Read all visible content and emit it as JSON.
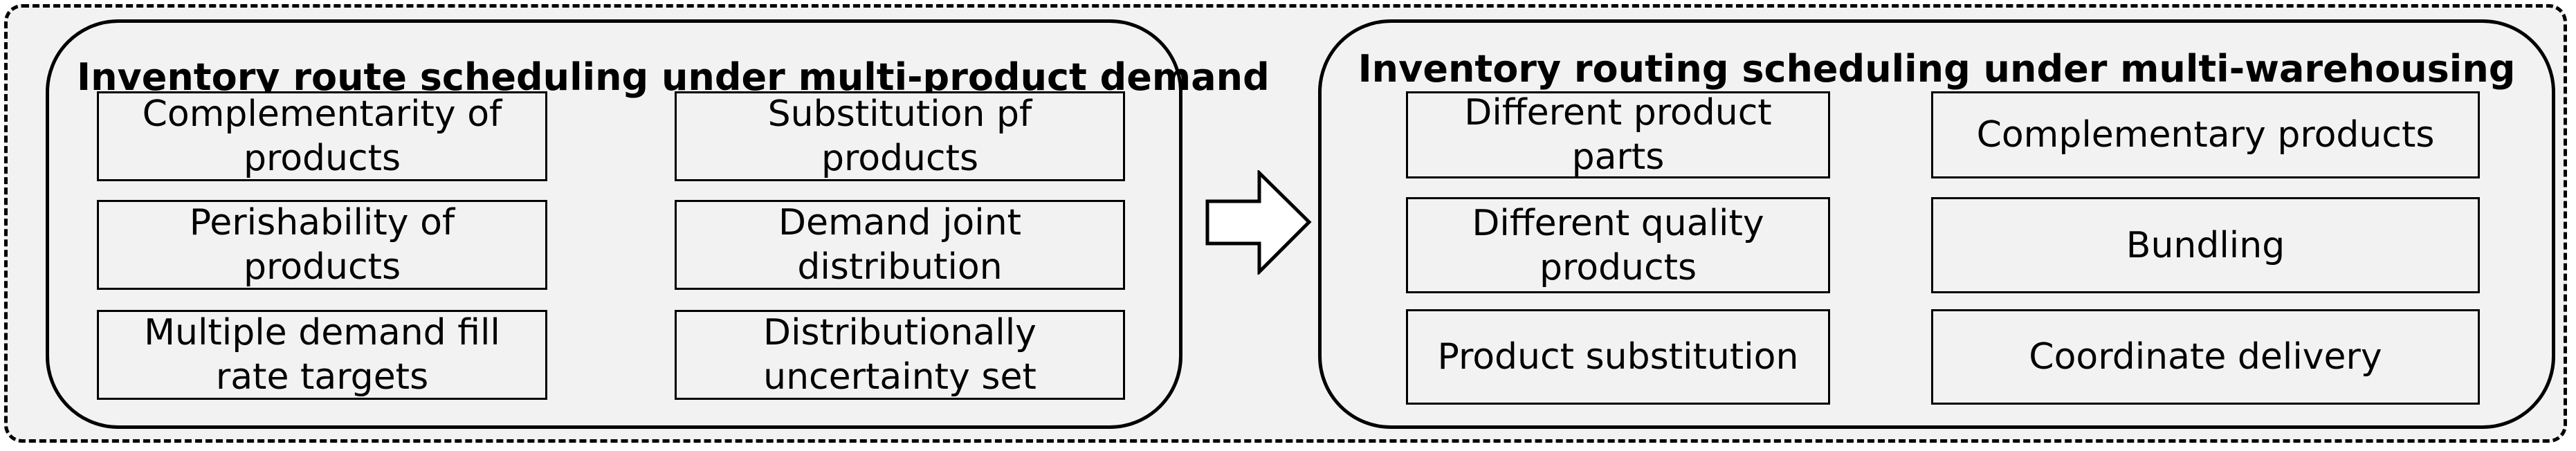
{
  "left_panel": {
    "title": "Inventory route scheduling under multi-product demand",
    "items": [
      "Complementarity of products",
      "Substitution pf products",
      "Perishability of products",
      "Demand joint distribution",
      "Multiple demand fill rate targets",
      "Distributionally uncertainty set"
    ]
  },
  "right_panel": {
    "title": "Inventory routing scheduling under multi-warehousing",
    "items": [
      "Different product parts",
      "Complementary products",
      "Different quality products",
      "Bundling",
      "Product substitution",
      "Coordinate delivery"
    ]
  },
  "arrow": {
    "icon": "right-arrow-icon"
  },
  "colors": {
    "panel_fill": "#f2f2f2",
    "stroke": "#000000"
  }
}
